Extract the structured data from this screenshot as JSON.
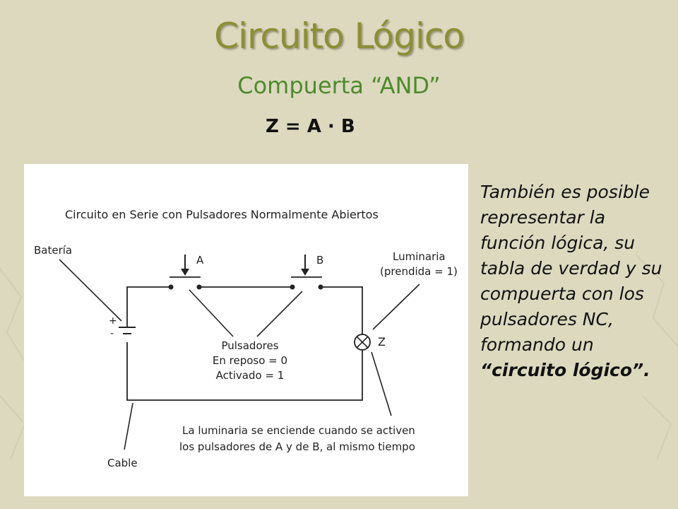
{
  "title": "Circuito Lógico",
  "subtitle": "Compuerta “AND”",
  "formula": "Z = A · B",
  "diagram": {
    "heading": "Circuito en Serie con Pulsadores Normalmente Abiertos",
    "battery_label": "Batería",
    "plus": "+",
    "minus": "-",
    "switch_a": "A",
    "switch_b": "B",
    "lamp_label_1": "Luminaria",
    "lamp_label_2": "(prendida = 1)",
    "lamp_z": "Z",
    "pulsadores_1": "Pulsadores",
    "pulsadores_2": "En reposo = 0",
    "pulsadores_3": "Activado = 1",
    "note_1": "La luminaria se enciende cuando se activen",
    "note_2": "los pulsadores de A y de B, al mismo tiempo",
    "cable_label": "Cable"
  },
  "side_text": {
    "part1": "También es posible representar la función lógica, su tabla de verdad y su compuerta con los pulsadores NC, formando un ",
    "part2": "“circuito lógico”."
  }
}
